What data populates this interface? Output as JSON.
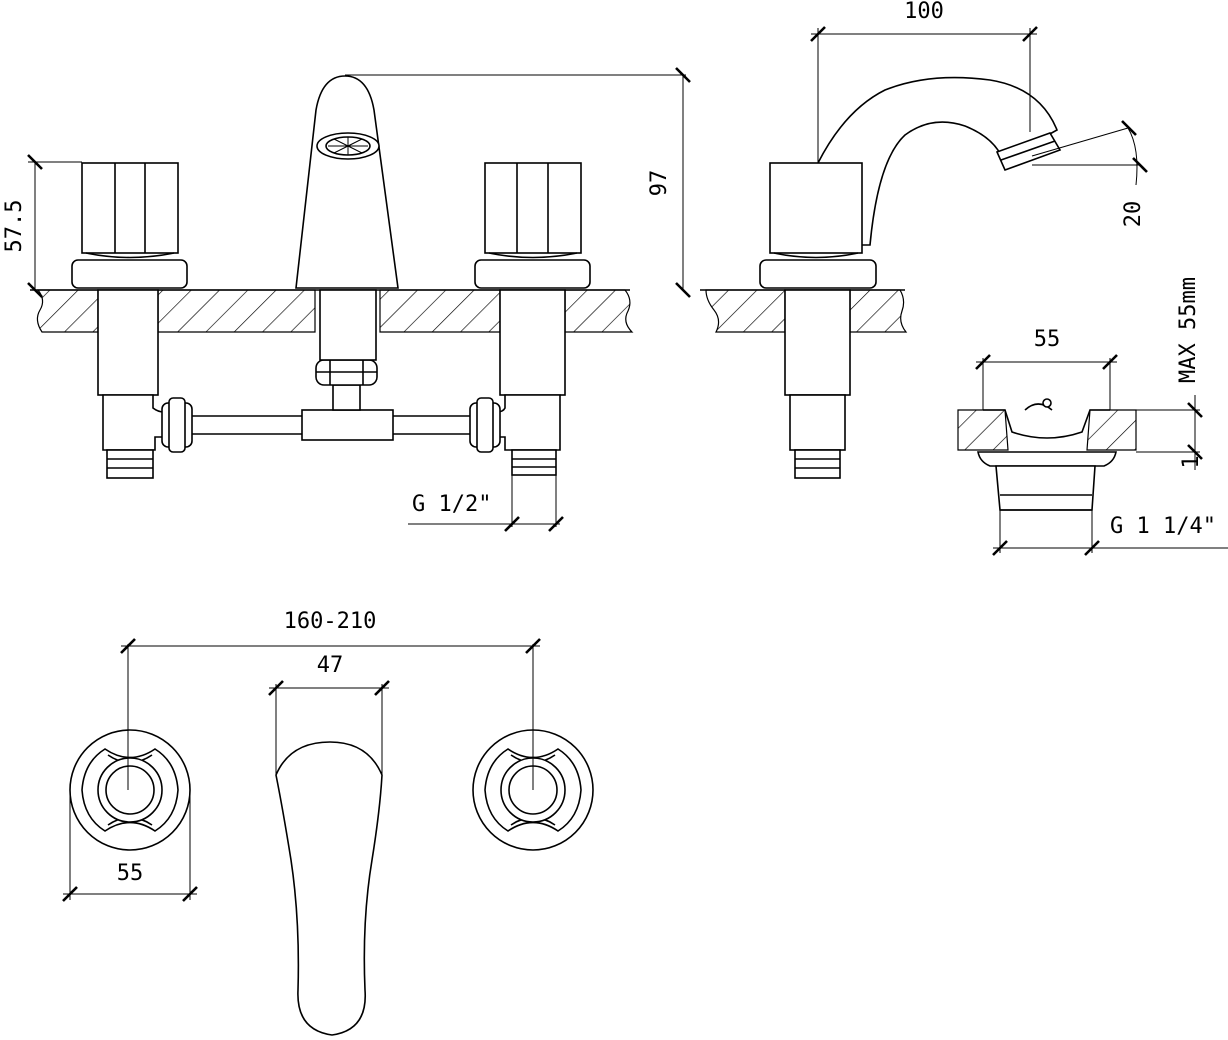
{
  "drawing": {
    "colors": {
      "line": "#000000",
      "background": "#ffffff"
    },
    "dimensions": {
      "knob_height": "57.5",
      "spout_height": "97",
      "spout_reach": "100",
      "spout_angle": "20",
      "inlet_thread": "G 1/2\"",
      "waste_top_width": "55",
      "waste_max_thickness": "MAX 55mm",
      "waste_min_thickness": "1",
      "waste_thread": "G 1 1/4\"",
      "center_distance": "160-210",
      "spout_base_width": "47",
      "knob_diameter": "55"
    }
  }
}
